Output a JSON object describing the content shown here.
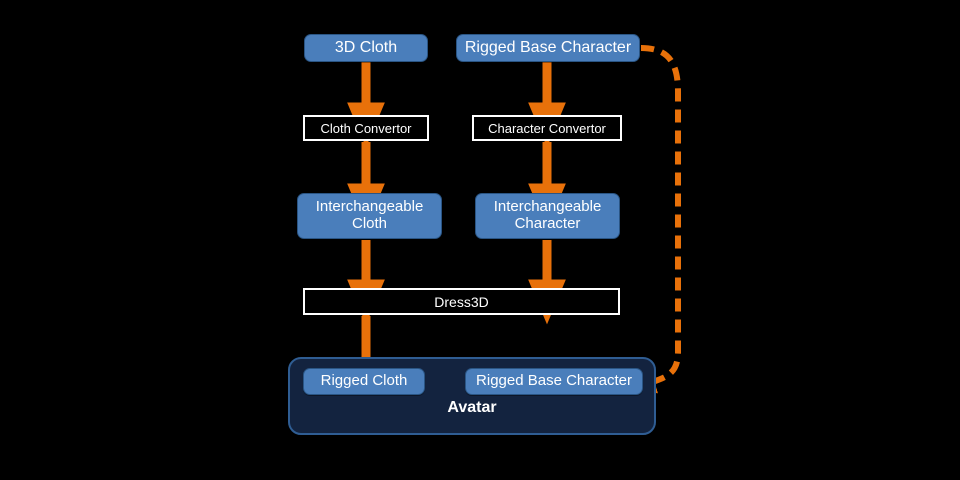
{
  "diagram": {
    "title": "Avatar pipeline flowchart",
    "background_color": "#000000",
    "colors": {
      "arrow": "#E8710A",
      "node_fill": "#4a7ebb",
      "node_border": "#2a5584",
      "node_text": "#ffffff",
      "outline_box_fill": "#000000",
      "outline_box_border": "#ffffff",
      "container_fill": "#13233f",
      "container_border": "#2f5d93"
    },
    "nodes": {
      "cloth_source": "3D Cloth",
      "character_source": "Rigged Base Character",
      "cloth_convertor": "Cloth Convertor",
      "character_convertor": "Character Convertor",
      "interchangeable_cloth_line1": "Interchangeable",
      "interchangeable_cloth_line2": "Cloth",
      "interchangeable_character_line1": "Interchangeable",
      "interchangeable_character_line2": "Character",
      "dress3d": "Dress3D",
      "rigged_cloth": "Rigged Cloth",
      "rigged_base_character": "Rigged Base Character",
      "avatar": "Avatar"
    },
    "edges": [
      {
        "name": "cloth-to-cloth-convertor",
        "from": "3D Cloth",
        "to": "Cloth Convertor",
        "style": "solid"
      },
      {
        "name": "character-to-character-convertor",
        "from": "Rigged Base Character",
        "to": "Character Convertor",
        "style": "solid"
      },
      {
        "name": "cloth-convertor-to-interchangeable-cloth",
        "from": "Cloth Convertor",
        "to": "Interchangeable Cloth",
        "style": "solid"
      },
      {
        "name": "character-convertor-to-interchangeable-character",
        "from": "Character Convertor",
        "to": "Interchangeable Character",
        "style": "solid"
      },
      {
        "name": "interchangeable-cloth-to-dress3d",
        "from": "Interchangeable Cloth",
        "to": "Dress3D",
        "style": "solid"
      },
      {
        "name": "interchangeable-character-to-dress3d",
        "from": "Interchangeable Character",
        "to": "Dress3D",
        "style": "solid"
      },
      {
        "name": "dress3d-to-avatar",
        "from": "Dress3D",
        "to": "Rigged Cloth",
        "style": "solid"
      },
      {
        "name": "character-bypass-to-avatar",
        "from": "Rigged Base Character",
        "to": "Rigged Base Character (Avatar)",
        "style": "dashed"
      }
    ]
  }
}
